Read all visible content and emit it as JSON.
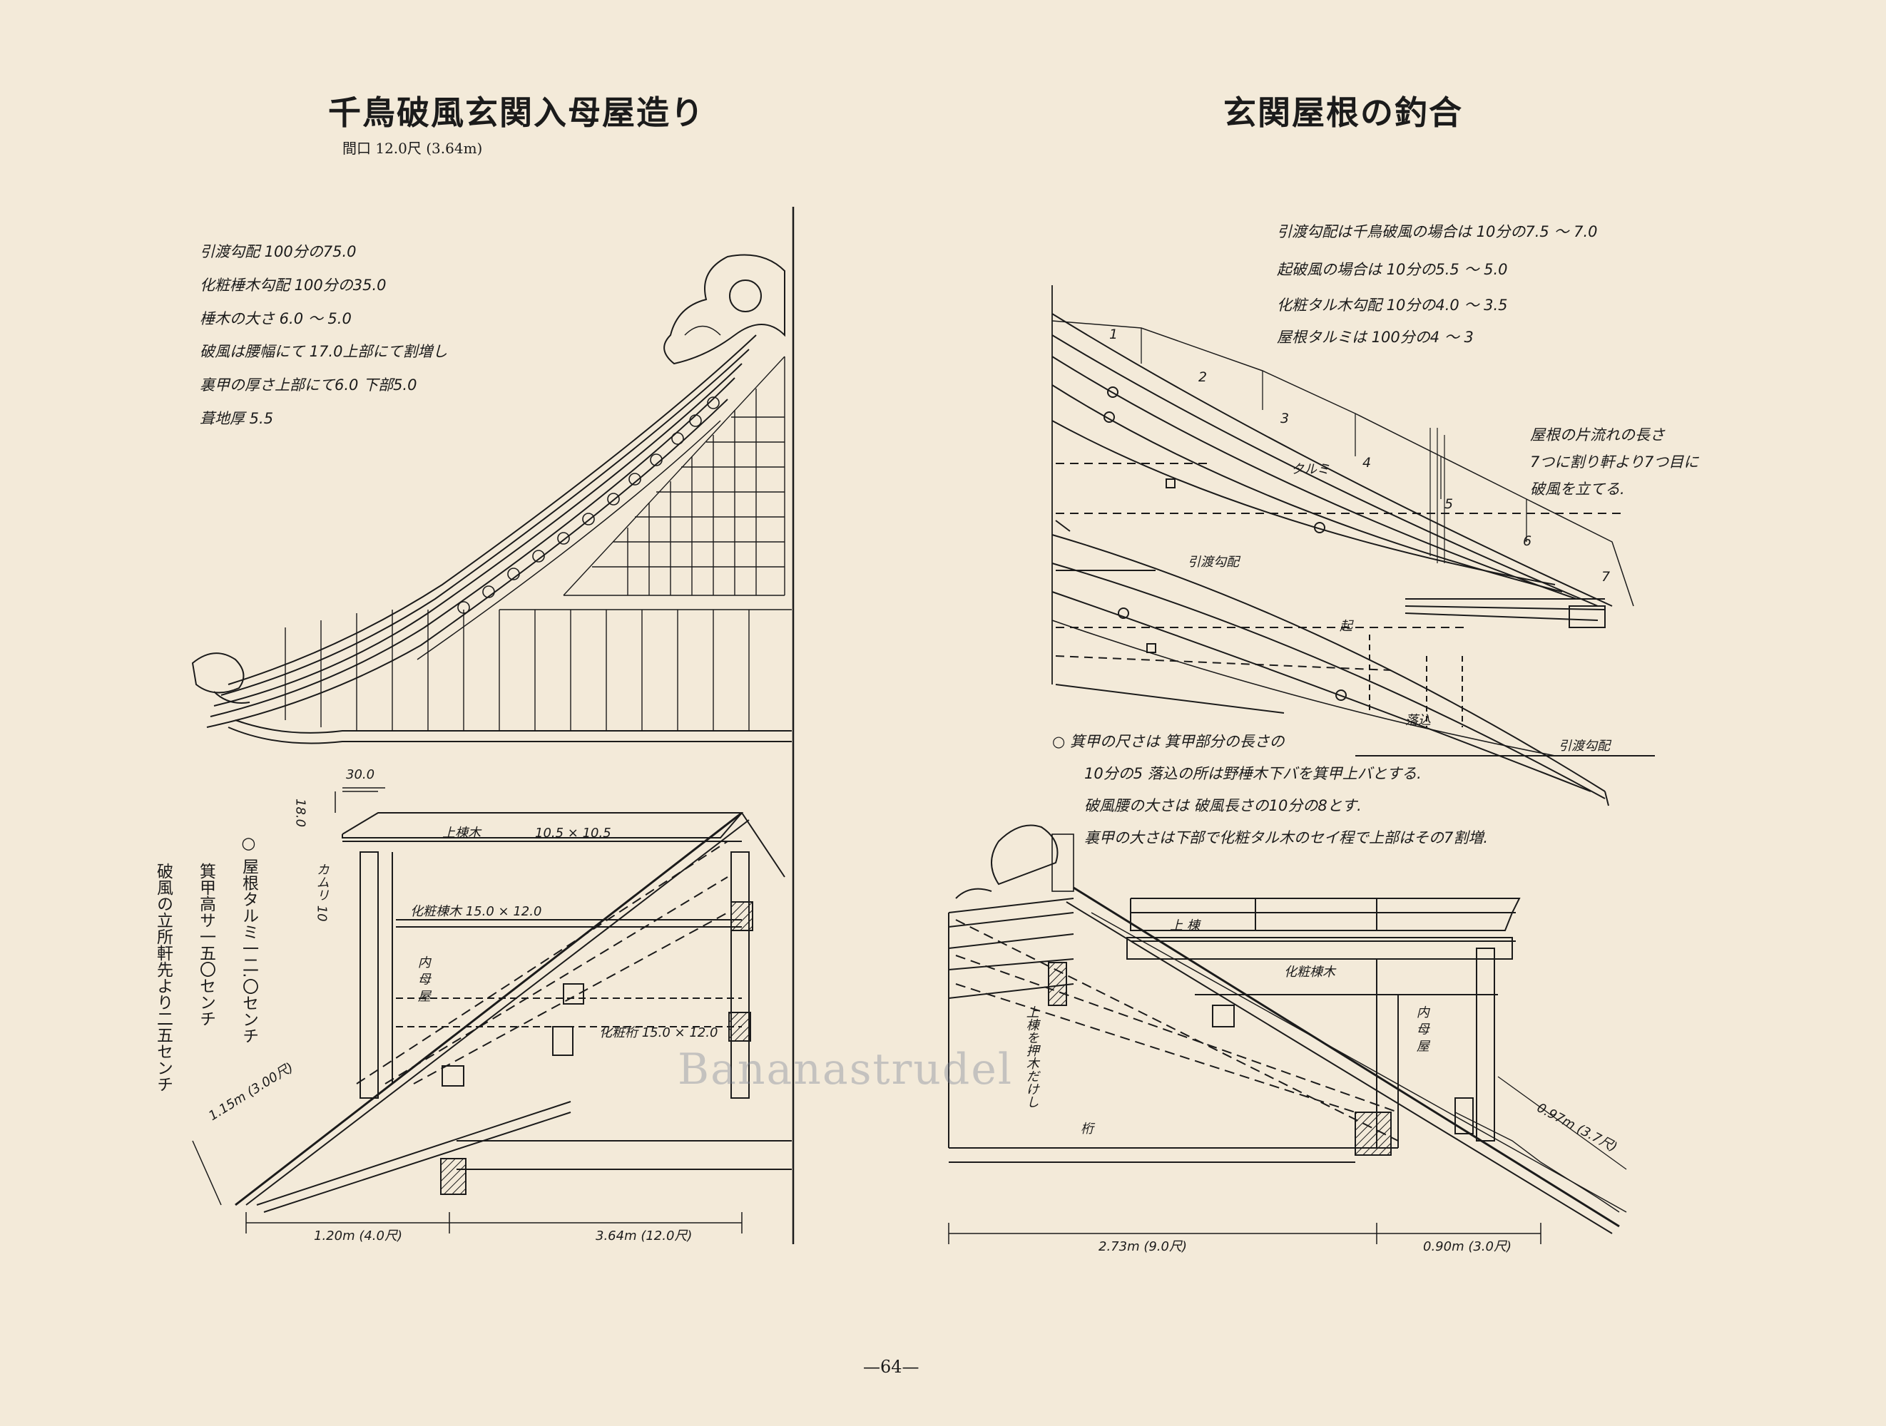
{
  "left_panel": {
    "title": "千鳥破風玄関入母屋造り",
    "subtitle": "間口 12.0尺 (3.64m)",
    "notes": [
      "引渡勾配 100分の75.0",
      "化粧棰木勾配 100分の35.0",
      "棰木の大さ 6.0 ～ 5.0",
      "破風は腰幅にて 17.0上部にて割増し",
      "裏甲の厚さ上部にて6.0 下部5.0",
      "葺地厚 5.5"
    ],
    "vertical_notes": [
      "○ 屋根タルミ一二.〇センチ",
      "箕甲高サ一五〇センチ",
      "破風の立所軒先より二五センチ"
    ],
    "labels": {
      "dim_top_width": "30.0",
      "dim_top_height": "18.0",
      "kamuri": "カムリ 10",
      "ue_munagi": "上棟木",
      "ue_munagi_size": "10.5 × 10.5",
      "kesho_munagi": "化粧棟木 15.0 × 12.0",
      "uchi_moya": "内 母 屋",
      "kesho_keta": "化粧桁 15.0 × 12.0",
      "dim_diag": "1.15m (3.00尺)",
      "dim_bottom_left": "1.20m (4.0尺)",
      "dim_bottom_right": "3.64m (12.0尺)"
    }
  },
  "right_panel": {
    "title": "玄関屋根の釣合",
    "notes": [
      "引渡勾配は千鳥破風の場合は 10分の7.5 ～ 7.0",
      "起破風の場合は 10分の5.5 ～ 5.0",
      "化粧タル木勾配 10分の4.0 ～ 3.5",
      "屋根タルミは 100分の4 ～ 3"
    ],
    "side_note": [
      "屋根の片流れの長さ",
      "7つに割り軒より7つ目に",
      "破風を立てる."
    ],
    "segment_numbers": [
      "1",
      "2",
      "3",
      "4",
      "5",
      "6",
      "7"
    ],
    "labels": {
      "tarumi": "タルミ",
      "hikiwatashi_1": "引渡勾配",
      "okuri": "起",
      "ochikomi": "落込",
      "hikiwatashi_2": "引渡勾配",
      "ue_mune": "上 棟",
      "kesho_munagi": "化粧棟木",
      "uchi_moya": "内 母 屋",
      "ue_mune_note": "上棟を押木だけし",
      "keta": "桁",
      "dim_diag": "0.97m (3.7尺)",
      "dim_bottom_left": "2.73m (9.0尺)",
      "dim_bottom_right": "0.90m (3.0尺)"
    },
    "lower_notes": [
      "○ 箕甲の尺さは 箕甲部分の長さの",
      "10分の5 落込の所は野棰木下バを箕甲上バとする.",
      "破風腰の大さは 破風長さの10分の8とす.",
      "裏甲の大さは下部で化粧タル木のセイ程で上部はその7割増."
    ]
  },
  "watermark": "Bananastrudel",
  "page_number": "—64—"
}
